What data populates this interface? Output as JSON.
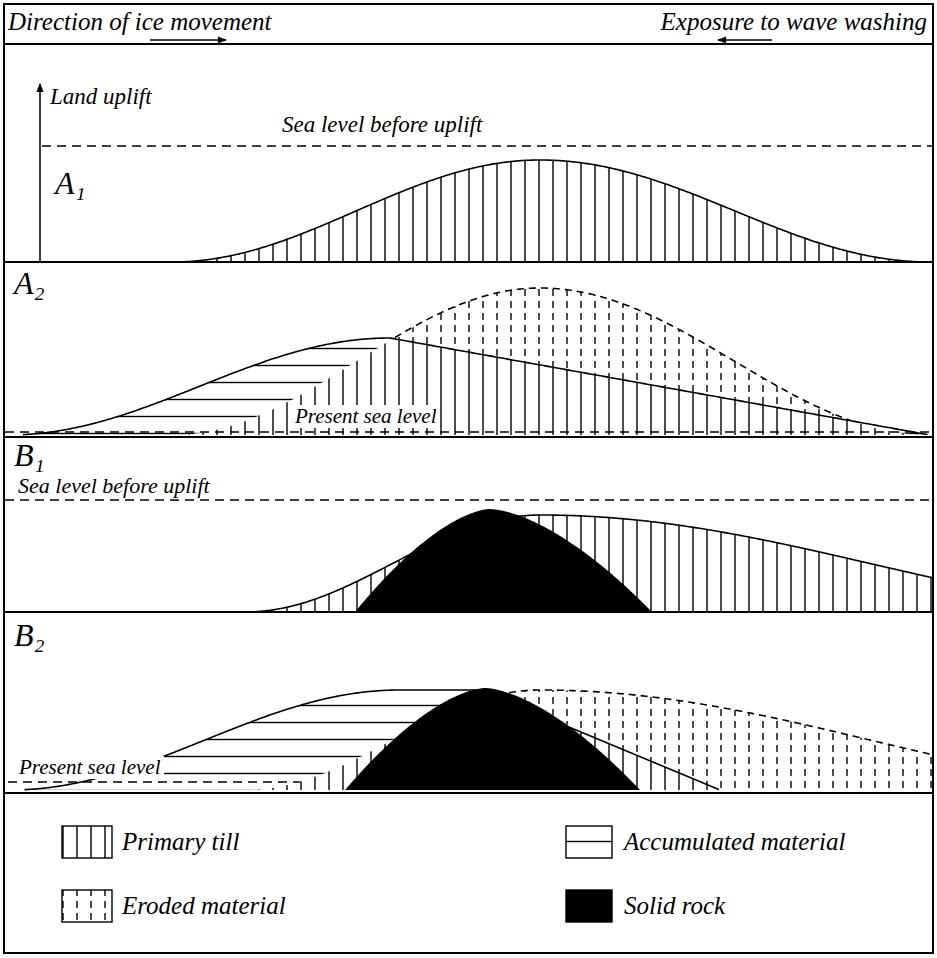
{
  "diagram": {
    "labels": [
      "Direction of ice movement",
      "Exposure to wave washing",
      "Land uplift",
      "Sea level before uplift",
      "A₁",
      "A₂",
      "Present sea level",
      "B₁",
      "Sea level before uplift",
      "B₂",
      "Present sea level"
    ],
    "legend": [
      {
        "text": "Primary till"
      },
      {
        "text": "Accumulated material"
      },
      {
        "text": "Eroded material"
      },
      {
        "text": "Solid rock",
        "color": "#000000"
      }
    ]
  }
}
